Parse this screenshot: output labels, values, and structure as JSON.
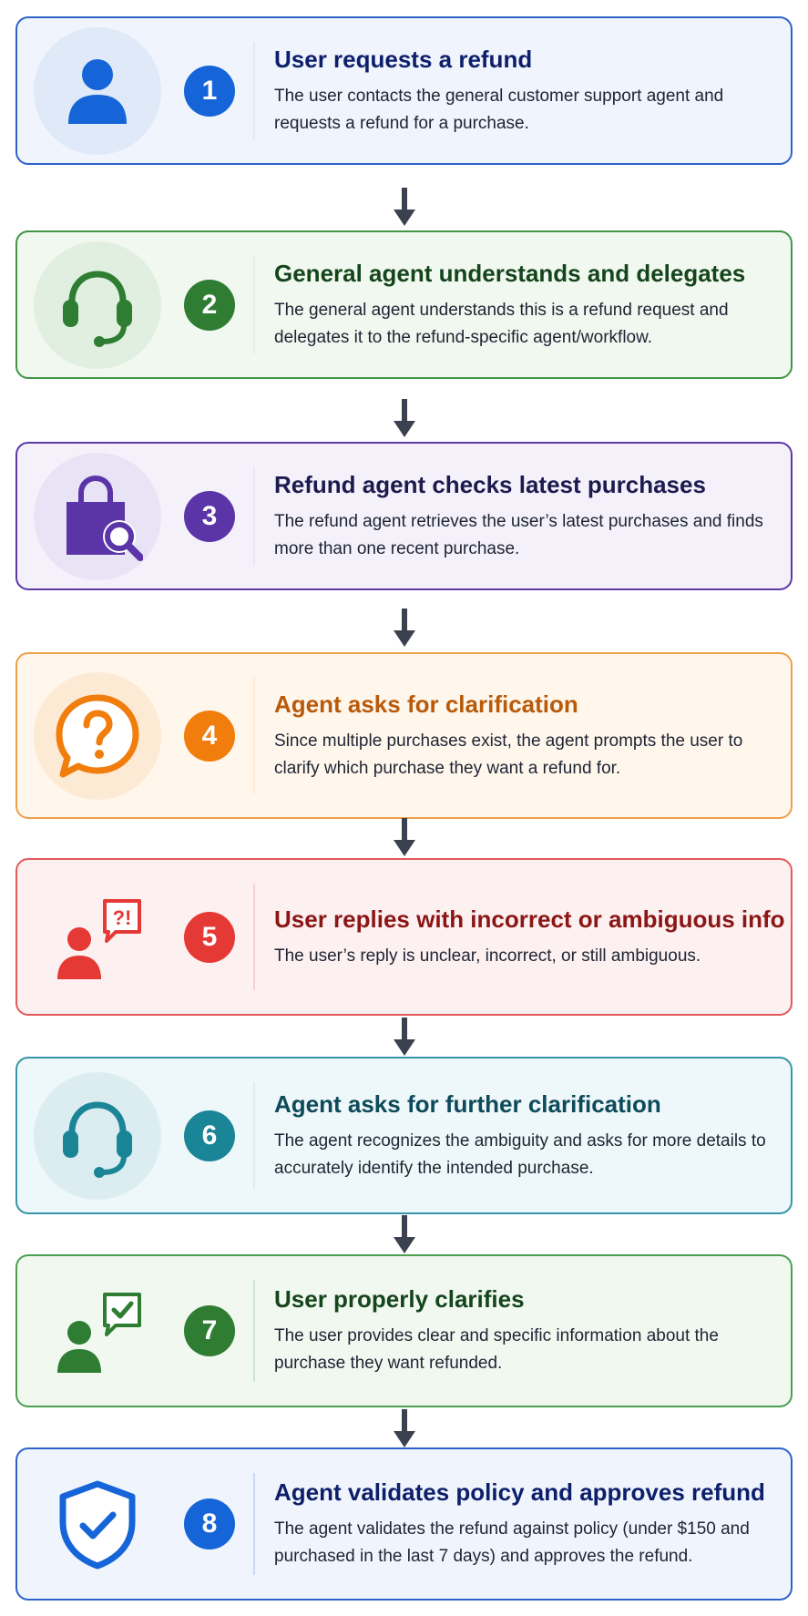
{
  "steps": [
    {
      "number": "1",
      "title": "User requests a refund",
      "description": "The user contacts the general customer support agent and requests a refund for a purchase.",
      "icon": "user-icon",
      "colors": {
        "accent": "#1565d8",
        "title": "#0d1f6b",
        "border": "#2f62c9",
        "bg": "#eff4fd",
        "circle": "#dfe9f8"
      }
    },
    {
      "number": "2",
      "title": "General agent understands and delegates",
      "description": "The general agent understands this is a refund request and delegates it to the refund-specific agent/workflow.",
      "icon": "headset-icon",
      "colors": {
        "accent": "#2e7d32",
        "title": "#14451b",
        "border": "#3f9645",
        "bg": "#f1f8f0",
        "circle": "#e1efe0"
      }
    },
    {
      "number": "3",
      "title": "Refund agent checks latest purchases",
      "description": "The refund agent retrieves the user’s latest purchases and finds more than one recent purchase.",
      "icon": "shopping-bag-search-icon",
      "colors": {
        "accent": "#5b35a8",
        "title": "#1d1a4e",
        "border": "#5e3aa8",
        "bg": "#f4f1fb",
        "circle": "#e9e3f6"
      }
    },
    {
      "number": "4",
      "title": "Agent asks for clarification",
      "description": "Since multiple purchases exist, the agent prompts the user to clarify which purchase they want a refund for.",
      "icon": "question-bubble-icon",
      "colors": {
        "accent": "#f07d0c",
        "title": "#b95a0a",
        "border": "#f0a04a",
        "bg": "#fff6ec",
        "circle": "#fdead5"
      }
    },
    {
      "number": "5",
      "title": "User replies with incorrect or ambiguous info",
      "description": "The user’s reply is unclear, incorrect, or still ambiguous.",
      "icon": "user-confused-icon",
      "colors": {
        "accent": "#e53935",
        "title": "#8b1616",
        "border": "#e35a58",
        "bg": "#fdf0f0",
        "circle": "#fdf0f0"
      }
    },
    {
      "number": "6",
      "title": "Agent asks for further clarification",
      "description": "The agent recognizes the ambiguity and asks for more details to accurately identify the intended purchase.",
      "icon": "headset-icon",
      "colors": {
        "accent": "#1a8597",
        "title": "#0d4a5a",
        "border": "#3596a8",
        "bg": "#eef7f9",
        "circle": "#dcedf1"
      }
    },
    {
      "number": "7",
      "title": "User properly clarifies",
      "description": "The user provides clear and specific information about the purchase they want refunded.",
      "icon": "user-check-bubble-icon",
      "colors": {
        "accent": "#2e7d32",
        "title": "#14451b",
        "border": "#4aa04f",
        "bg": "#f1f8f0",
        "circle": "#f1f8f0"
      }
    },
    {
      "number": "8",
      "title": "Agent validates policy and approves refund",
      "description": "The agent validates the refund against policy (under $150 and purchased in the last 7 days) and approves the refund.",
      "icon": "shield-check-icon",
      "colors": {
        "accent": "#1565d8",
        "title": "#0d1f6b",
        "border": "#2f62c9",
        "bg": "#eff4fd",
        "circle": "#eff4fd"
      }
    }
  ],
  "arrow_color": "#3c4150"
}
